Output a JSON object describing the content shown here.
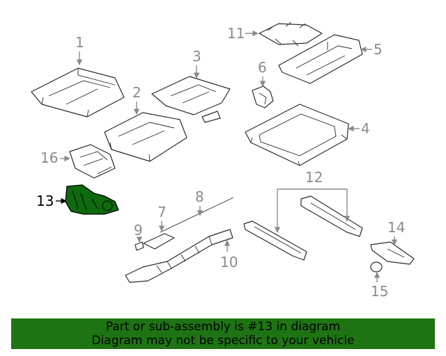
{
  "diagram": {
    "labels": {
      "p1": "1",
      "p2": "2",
      "p3": "3",
      "p4": "4",
      "p5": "5",
      "p6": "6",
      "p7": "7",
      "p8": "8",
      "p9": "9",
      "p10": "10",
      "p11": "11",
      "p12": "12",
      "p13": "13",
      "p14": "14",
      "p15": "15",
      "p16": "16"
    },
    "highlighted_part": "13",
    "colors": {
      "highlight": "#0d6b0d",
      "label": "#8a8a8a",
      "banner": "#1e7413"
    }
  },
  "banner": {
    "line1": "Part or sub-assembly is #13 in diagram",
    "line2": "Diagram may not be specific to your vehicle"
  }
}
